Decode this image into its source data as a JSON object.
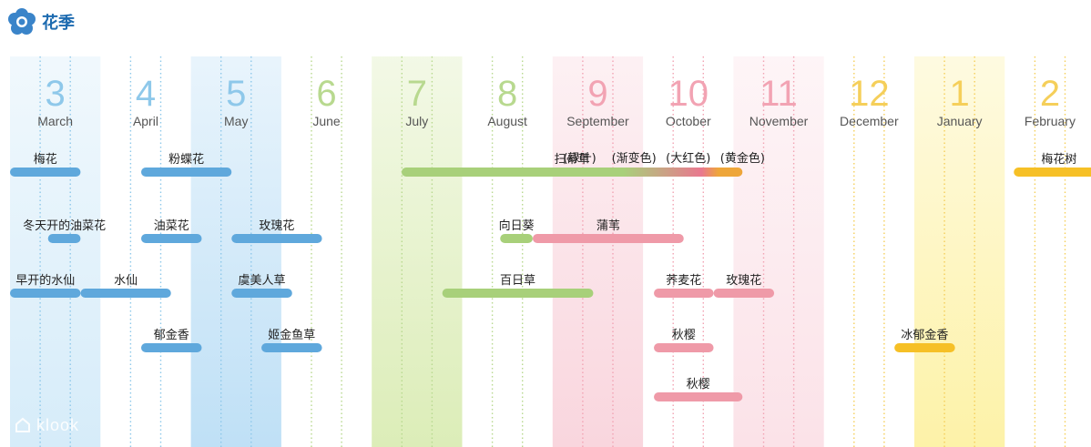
{
  "header": {
    "title": "花季",
    "logo_icon": "blue-flower-icon"
  },
  "watermark": {
    "text": "klook",
    "icon": "klook-logo-icon"
  },
  "chart_data": {
    "type": "gantt",
    "title": "花季",
    "months": [
      {
        "num": "3",
        "name": "March",
        "color": "#8ec8ea",
        "band": "#d6ecf9"
      },
      {
        "num": "4",
        "name": "April",
        "color": "#8ec8ea",
        "band": null
      },
      {
        "num": "5",
        "name": "May",
        "color": "#8ec8ea",
        "band": "#bfe0f6"
      },
      {
        "num": "6",
        "name": "June",
        "color": "#b8d98f",
        "band": null
      },
      {
        "num": "7",
        "name": "July",
        "color": "#b8d98f",
        "band": "#dcedb8"
      },
      {
        "num": "8",
        "name": "August",
        "color": "#b8d98f",
        "band": null
      },
      {
        "num": "9",
        "name": "September",
        "color": "#f2a3b3",
        "band": "#f9d6de"
      },
      {
        "num": "10",
        "name": "October",
        "color": "#f2a3b3",
        "band": null
      },
      {
        "num": "11",
        "name": "November",
        "color": "#f2a3b3",
        "band": "#fbe2e8"
      },
      {
        "num": "12",
        "name": "December",
        "color": "#f5cf5a",
        "band": null
      },
      {
        "num": "1",
        "name": "January",
        "color": "#f5cf5a",
        "band": "#fdf2a8"
      },
      {
        "num": "2",
        "name": "February",
        "color": "#f5cf5a",
        "band": null
      }
    ],
    "colors": {
      "blue": "#5fa8dc",
      "green": "#a8d07a",
      "pink": "#ef9aa8",
      "deep_pink": "#e9788f",
      "orange": "#eea63a",
      "yellow": "#f6c026"
    },
    "bars": [
      {
        "label": "梅花",
        "row": 0,
        "start": 0,
        "end": 0.78,
        "color": "blue"
      },
      {
        "label": "粉蝶花",
        "row": 0,
        "start": 1.45,
        "end": 2.45,
        "color": "blue"
      },
      {
        "label": "扫帚草",
        "row": 0,
        "start": 4.33,
        "end": 8.1,
        "color": "green",
        "gradient": [
          "green",
          "deep_pink",
          "orange"
        ]
      },
      {
        "label": "梅花树",
        "row": 0,
        "start": 11.1,
        "end": 12.1,
        "color": "yellow"
      },
      {
        "label": "冬天开的油菜花",
        "row": 1,
        "start": 0.42,
        "end": 0.78,
        "color": "blue"
      },
      {
        "label": "油菜花",
        "row": 1,
        "start": 1.45,
        "end": 2.12,
        "color": "blue"
      },
      {
        "label": "玫瑰花",
        "row": 1,
        "start": 2.45,
        "end": 3.45,
        "color": "blue"
      },
      {
        "label": "向日葵",
        "row": 1,
        "start": 5.42,
        "end": 5.78,
        "color": "green"
      },
      {
        "label": "蒲苇",
        "row": 1,
        "start": 5.78,
        "end": 7.45,
        "color": "pink"
      },
      {
        "label": "早开的水仙",
        "row": 2,
        "start": 0,
        "end": 0.78,
        "color": "blue"
      },
      {
        "label": "水仙",
        "row": 2,
        "start": 0.78,
        "end": 1.78,
        "color": "blue"
      },
      {
        "label": "虞美人草",
        "row": 2,
        "start": 2.45,
        "end": 3.12,
        "color": "blue"
      },
      {
        "label": "百日草",
        "row": 2,
        "start": 4.78,
        "end": 6.45,
        "color": "green"
      },
      {
        "label": "荞麦花",
        "row": 2,
        "start": 7.12,
        "end": 7.78,
        "color": "pink"
      },
      {
        "label": "玫瑰花",
        "row": 2,
        "start": 7.78,
        "end": 8.45,
        "color": "pink"
      },
      {
        "label": "郁金香",
        "row": 3,
        "start": 1.45,
        "end": 2.12,
        "color": "blue"
      },
      {
        "label": "姬金鱼草",
        "row": 3,
        "start": 2.78,
        "end": 3.45,
        "color": "blue"
      },
      {
        "label": "秋樱",
        "row": 3,
        "start": 7.12,
        "end": 7.78,
        "color": "pink"
      },
      {
        "label": "冰郁金香",
        "row": 3,
        "start": 9.78,
        "end": 10.45,
        "color": "yellow"
      },
      {
        "label": "秋樱",
        "row": 4,
        "start": 7.12,
        "end": 8.1,
        "color": "pink"
      }
    ],
    "kochia_annotations": [
      {
        "text": "(绿叶)",
        "at": 6.3
      },
      {
        "text": "(渐变色)",
        "at": 6.9
      },
      {
        "text": "(大红色)",
        "at": 7.5
      },
      {
        "text": "(黄金色)",
        "at": 8.1
      }
    ]
  }
}
